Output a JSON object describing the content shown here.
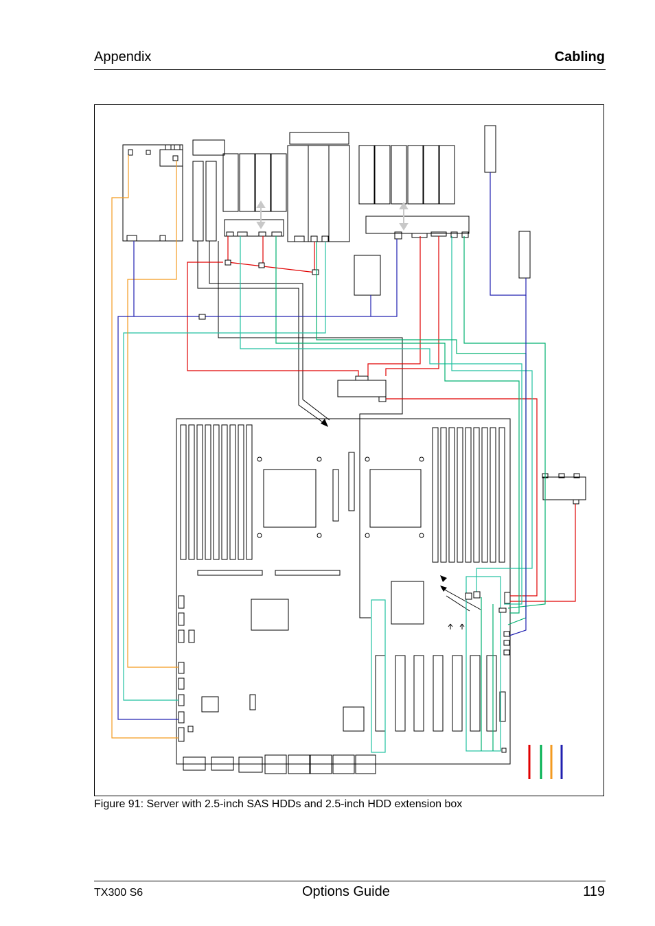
{
  "header": {
    "section": "Appendix",
    "chapter": "Cabling"
  },
  "figure": {
    "caption": "Figure 91: Server with 2.5-inch SAS HDDs and 2.5-inch HDD extension box",
    "legend_colors": [
      "#e00000",
      "#00b050",
      "#f39a1f",
      "#2020b0"
    ],
    "cable_colors": {
      "red": "#e00000",
      "green": "#00b070",
      "teal": "#20c0a0",
      "orange": "#f39a1f",
      "blue": "#2020b0",
      "black": "#000000"
    }
  },
  "footer": {
    "product": "TX300 S6",
    "document": "Options Guide",
    "page": "119"
  }
}
